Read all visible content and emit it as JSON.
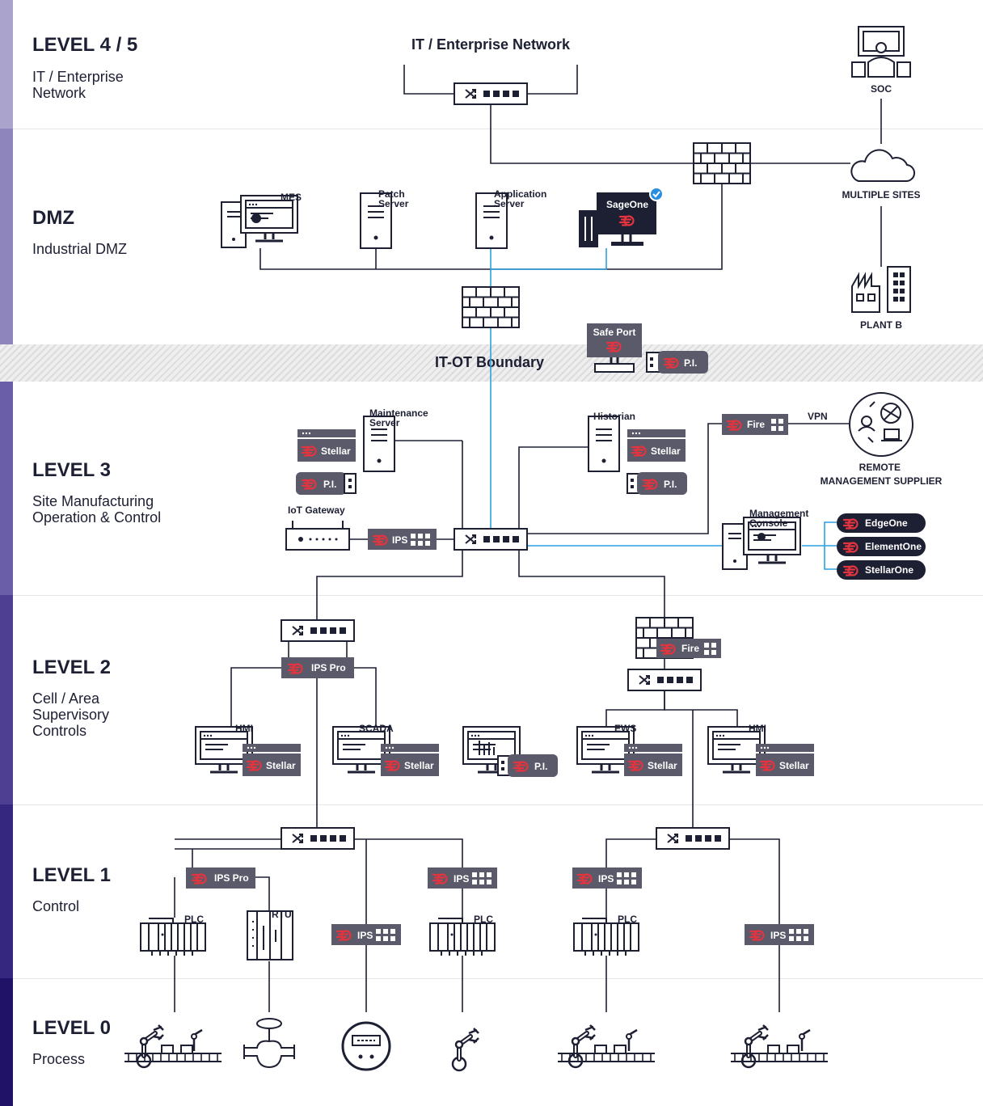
{
  "colors": {
    "line": "#1d1f33",
    "link": "#2aa1e0",
    "badge": "#5a5a6a",
    "badge_dark": "#1d1f33",
    "accent": "#e3343f",
    "check": "#2a8ee0"
  },
  "levels": [
    {
      "title": "LEVEL 4 / 5",
      "subtitle": "IT / Enterprise\nNetwork",
      "stripe": "#aaa3cc"
    },
    {
      "title": "DMZ",
      "subtitle": "Industrial DMZ",
      "stripe": "#8f85bd"
    },
    {
      "title": "LEVEL 3",
      "subtitle": "Site Manufacturing\nOperation & Control",
      "stripe": "#6b5ea8"
    },
    {
      "title": "LEVEL 2",
      "subtitle": "Cell / Area\nSupervisory\nControls",
      "stripe": "#4e3f93"
    },
    {
      "title": "LEVEL 1",
      "subtitle": "Control",
      "stripe": "#35277f"
    },
    {
      "title": "LEVEL 0",
      "subtitle": "Process",
      "stripe": "#1f1267"
    }
  ],
  "boundary": {
    "label": "IT-OT Boundary"
  },
  "labels": {
    "it_network": "IT / Enterprise Network",
    "soc": "SOC",
    "multiple_sites": "MULTIPLE SITES",
    "plant_b": "PLANT B",
    "mes": "MES",
    "patch_server": "Patch\nServer",
    "application_server": "Application\nServer",
    "sageone": "SageOne",
    "safe_port": "Safe Port",
    "maintenance_server": "Maintenance\nServer",
    "iot_gateway": "IoT Gateway",
    "historian": "Historian",
    "vpn": "VPN",
    "remote_supplier": "REMOTE\nMANAGEMENT SUPPLIER",
    "management_console": "Management\nConsole",
    "hmi": "HMI",
    "scada": "SCADA",
    "ews": "EWS",
    "plc": "PLC",
    "rtu": "RTU"
  },
  "badges": {
    "stellar": "Stellar",
    "pi": "P.I.",
    "ips": "IPS",
    "ips_pro": "IPS Pro",
    "fire": "Fire",
    "edgeone": "EdgeOne",
    "elementone": "ElementOne",
    "stellarone": "StellarOne"
  }
}
